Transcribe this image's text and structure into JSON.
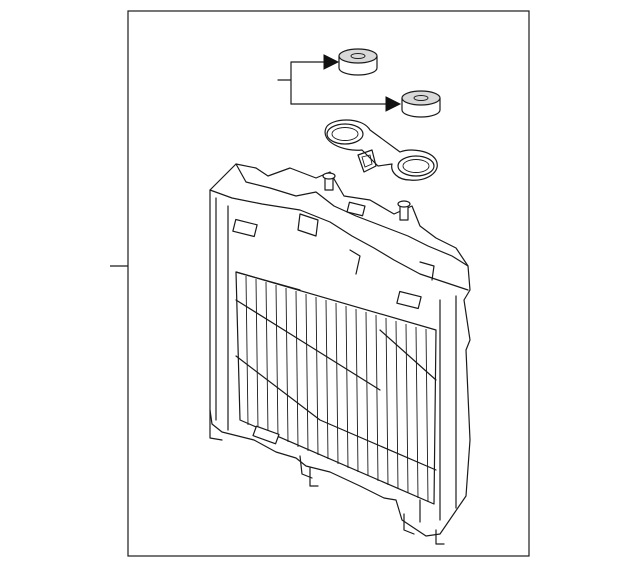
{
  "diagram": {
    "type": "exploded-parts-illustration",
    "parts": [
      "radiator",
      "upper-mount-cushion-1",
      "upper-mount-cushion-2",
      "mounting-bracket"
    ],
    "callouts": [
      "radiator-leader",
      "cushion-leader"
    ],
    "colors": {
      "line": "#1a1a1a",
      "background": "#ffffff",
      "shading": "#d9d9d9"
    }
  }
}
